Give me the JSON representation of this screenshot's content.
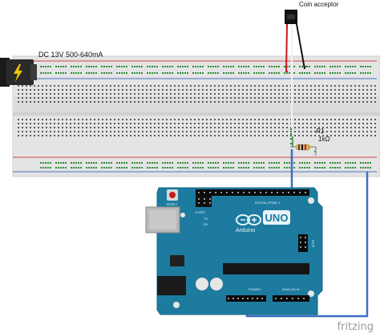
{
  "power_supply": {
    "label": "DC 13V 500-640mA"
  },
  "coin_acceptor": {
    "label": "Coin acceptor"
  },
  "resistor": {
    "name": "R1",
    "value": "1kΩ"
  },
  "arduino": {
    "logo_text": "UNO",
    "brand": "Arduino",
    "silkscreen": {
      "reset": "RESET",
      "icsp2": "ICSP2",
      "tx": "TX",
      "rx": "RX",
      "digital": "DIGITAL (PWM~)",
      "icsp": "ICSP",
      "power": "POWER",
      "analog_in": "ANALOG IN",
      "on": "ON"
    }
  },
  "watermark": "fritzing",
  "colors": {
    "breadboard": "#e6e6e6",
    "rail_red": "#d64545",
    "rail_blue": "#4a73c9",
    "hole_green": "#2f8c3a",
    "pcb": "#1d7ba0",
    "wire_blue": "#3b6fc4",
    "wire_red": "#c8181e",
    "wire_black": "#111111"
  }
}
